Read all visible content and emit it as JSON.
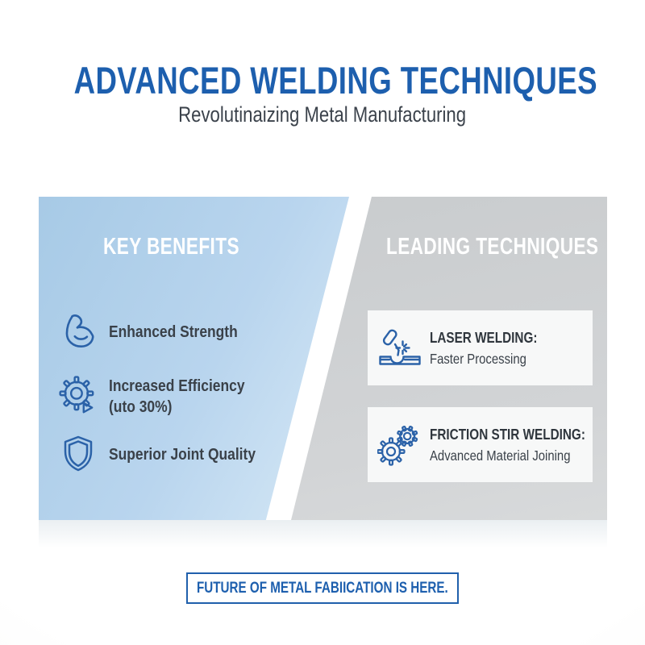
{
  "header": {
    "title": "ADVANCED WELDING TECHNIQUES",
    "subtitle": "Revolutinaizing Metal Manufacturing"
  },
  "benefits_panel": {
    "heading": "KEY BENEFITS",
    "items": [
      {
        "icon": "bicep-icon",
        "line1": "Enhanced Strength",
        "line2": ""
      },
      {
        "icon": "gear-icon",
        "line1": "Increased Efficiency",
        "line2": "(uto 30%)"
      },
      {
        "icon": "shield-icon",
        "line1": "Superior Joint Quality",
        "line2": ""
      }
    ]
  },
  "techniques_panel": {
    "heading": "LEADING TECHNIQUES",
    "items": [
      {
        "icon": "laser-welding-icon",
        "title": "LASER WELDING:",
        "subtitle": "Faster Processing"
      },
      {
        "icon": "gears-icon",
        "title": "FRICTION STIR WELDING:",
        "subtitle": "Advanced Material Joining"
      }
    ]
  },
  "footer": {
    "banner_text": "FUTURE OF METAL FABIICATION IS HERE."
  },
  "colors": {
    "accent_blue": "#1d5fae",
    "icon_blue": "#2b62a8",
    "panel_blue_start": "#a7cae6",
    "panel_blue_end": "#d7e9f6",
    "panel_gray_start": "#c9ccce",
    "panel_gray_end": "#d8dadb",
    "card_background": "#f7f8f8",
    "text_dark": "#3a4149"
  }
}
